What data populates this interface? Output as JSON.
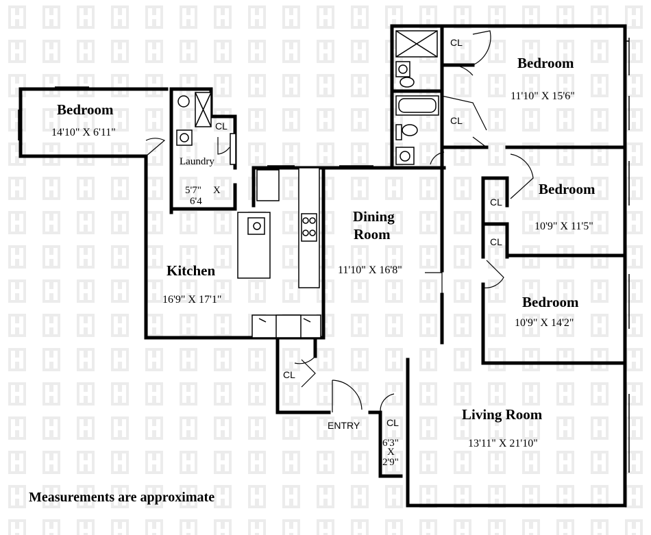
{
  "rooms": {
    "bedroom_west": {
      "name": "Bedroom",
      "size": "14'10\" X 6'11\""
    },
    "laundry": {
      "name": "Laundry",
      "size_w": "5'7\"",
      "size_x": "X",
      "size_h": "6'4"
    },
    "kitchen": {
      "name": "Kitchen",
      "size": "16'9\" X 17'1\""
    },
    "dining": {
      "name_line1": "Dining",
      "name_line2": "Room",
      "size": "11'10\" X 16'8\""
    },
    "bedroom_ne": {
      "name": "Bedroom",
      "size": "11'10\" X 15'6\""
    },
    "bedroom_mid": {
      "name": "Bedroom",
      "size": "10'9\" X 11'5\""
    },
    "bedroom_se": {
      "name": "Bedroom",
      "size": "10'9\" X 14'2\""
    },
    "living": {
      "name": "Living Room",
      "size": "13'11\" X 21'10\""
    },
    "entry": {
      "name": "ENTRY"
    },
    "entry_closet": {
      "label": "CL",
      "size_w": "6'3\"",
      "size_x": "X",
      "size_h": "2'9\""
    }
  },
  "closets": [
    "CL",
    "CL",
    "CL",
    "CL",
    "CL",
    "CL"
  ],
  "note": "Measurements are approximate"
}
